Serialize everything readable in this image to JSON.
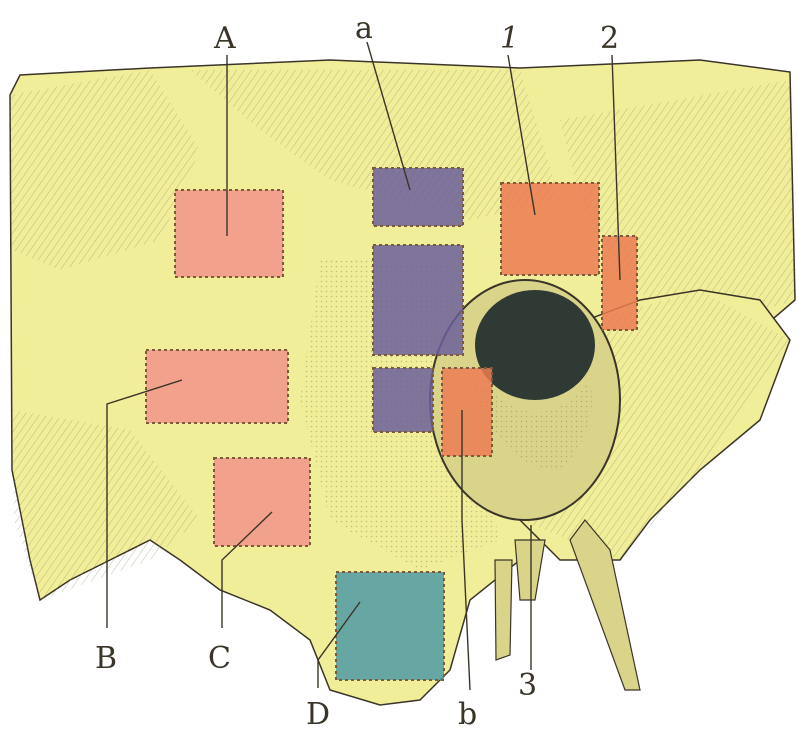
{
  "labels": {
    "A": "A",
    "a": "a",
    "one": "1",
    "two": "2",
    "B": "B",
    "C": "C",
    "D": "D",
    "b": "b",
    "three": "3"
  },
  "colors": {
    "background": "#ffffff",
    "bone": "#f1ee9a",
    "bone_shade": "#d9d48a",
    "pink_zone": "#f2938a",
    "orange_zone": "#ec7b52",
    "purple_zone": "#6b5f9a",
    "teal_zone": "#4d9aa6",
    "dark_cavity": "#2f3a35",
    "line": "#3a3528"
  }
}
